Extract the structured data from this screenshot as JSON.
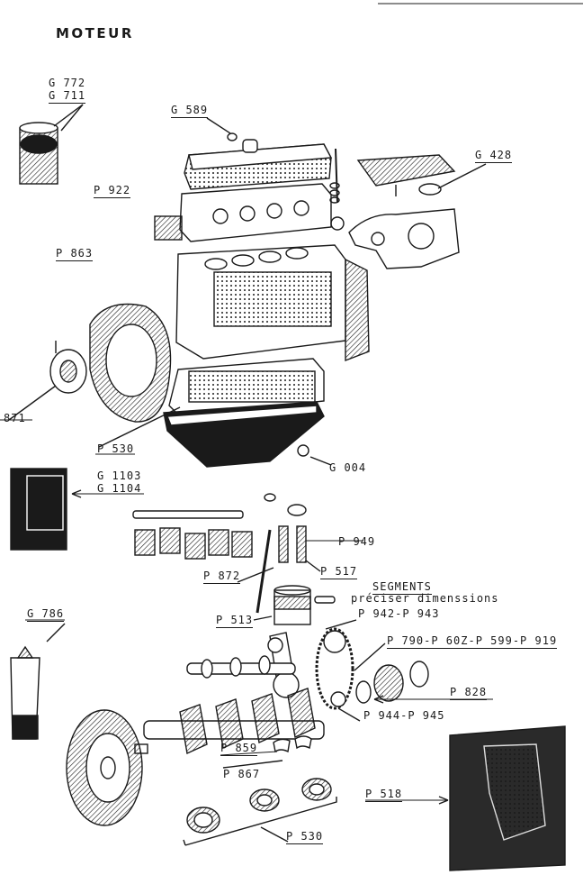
{
  "title": "MOTEUR",
  "labels": {
    "oil_can": [
      "G 772",
      "G 711"
    ],
    "cap": "G 589",
    "gasket_set": "G 428",
    "head": "P 922",
    "block": "P 863",
    "flywheel_housing": "871",
    "sump": "P 530",
    "drain": "G 004",
    "kit_box": [
      "G 1103",
      "G 1104"
    ],
    "valves": "P 949",
    "pushrod": "P 872",
    "guides": "P 517",
    "segments_title": "SEGMENTS",
    "segments_note": "préciser dimenssions",
    "piston": "P 513",
    "chain": "P 942-P 943",
    "timing_set": "P 790-P 60Z-P 599-P 919",
    "sealant": "G 786",
    "gear": "P 828",
    "tensioner": "P 944-P 945",
    "big_end": "P 859",
    "mains": "P 867",
    "cover": "P 518",
    "bearings": "P 530"
  }
}
